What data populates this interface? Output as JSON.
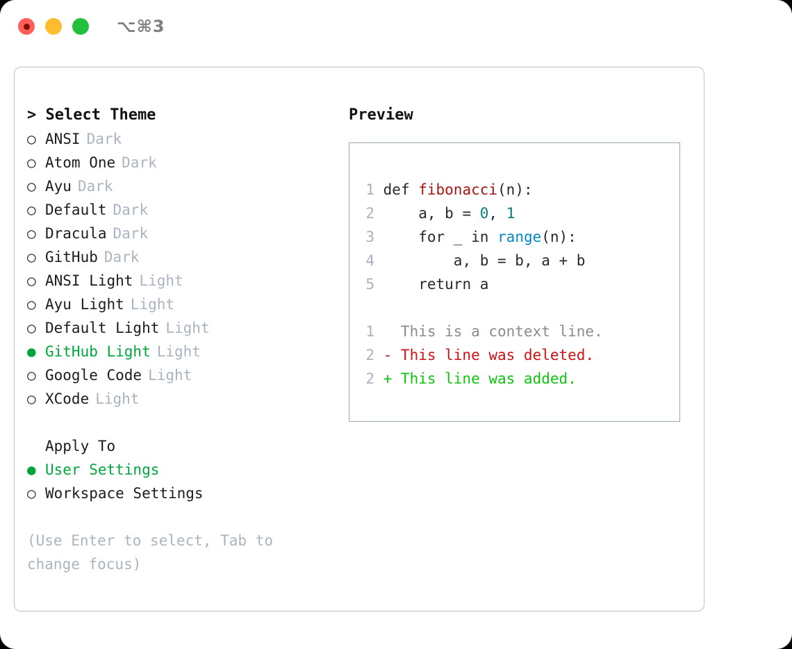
{
  "window": {
    "shortcut_label": "⌥⌘3",
    "traffic_lights": [
      "close",
      "minimize",
      "maximize"
    ]
  },
  "theme_picker": {
    "header": "> Select Theme",
    "items": [
      {
        "marker": "○",
        "label": "ANSI",
        "tag": "Dark",
        "selected": false
      },
      {
        "marker": "○",
        "label": "Atom One",
        "tag": "Dark",
        "selected": false
      },
      {
        "marker": "○",
        "label": "Ayu",
        "tag": "Dark",
        "selected": false
      },
      {
        "marker": "○",
        "label": "Default",
        "tag": "Dark",
        "selected": false
      },
      {
        "marker": "○",
        "label": "Dracula",
        "tag": "Dark",
        "selected": false
      },
      {
        "marker": "○",
        "label": "GitHub",
        "tag": "Dark",
        "selected": false
      },
      {
        "marker": "○",
        "label": "ANSI Light",
        "tag": "Light",
        "selected": false
      },
      {
        "marker": "○",
        "label": "Ayu Light",
        "tag": "Light",
        "selected": false
      },
      {
        "marker": "○",
        "label": "Default Light",
        "tag": "Light",
        "selected": false
      },
      {
        "marker": "●",
        "label": "GitHub Light",
        "tag": "Light",
        "selected": true
      },
      {
        "marker": "○",
        "label": "Google Code",
        "tag": "Light",
        "selected": false
      },
      {
        "marker": "○",
        "label": "XCode",
        "tag": "Light",
        "selected": false
      }
    ]
  },
  "apply_to": {
    "header": "Apply To",
    "items": [
      {
        "marker": "●",
        "label": "User Settings",
        "selected": true
      },
      {
        "marker": "○",
        "label": "Workspace Settings",
        "selected": false
      }
    ]
  },
  "hint": "(Use Enter to select, Tab to change focus)",
  "preview": {
    "header": "Preview",
    "code_lines": [
      {
        "n": "1",
        "segments": [
          {
            "t": "def ",
            "c": "plain"
          },
          {
            "t": "fibonacci",
            "c": "fn"
          },
          {
            "t": "(n):",
            "c": "plain"
          }
        ]
      },
      {
        "n": "2",
        "segments": [
          {
            "t": "    a, b = ",
            "c": "plain"
          },
          {
            "t": "0",
            "c": "num"
          },
          {
            "t": ", ",
            "c": "plain"
          },
          {
            "t": "1",
            "c": "num"
          }
        ]
      },
      {
        "n": "3",
        "segments": [
          {
            "t": "    for _ in ",
            "c": "plain"
          },
          {
            "t": "range",
            "c": "builtin"
          },
          {
            "t": "(n):",
            "c": "plain"
          }
        ]
      },
      {
        "n": "4",
        "segments": [
          {
            "t": "        a, b = b, a + b",
            "c": "plain"
          }
        ]
      },
      {
        "n": "5",
        "segments": [
          {
            "t": "    return a",
            "c": "plain"
          }
        ]
      }
    ],
    "diff_lines": [
      {
        "n": "1",
        "text": "   This is a context line.",
        "kind": "ctx"
      },
      {
        "n": "2",
        "text": " - This line was deleted.",
        "kind": "del"
      },
      {
        "n": "2",
        "text": " + This line was added.",
        "kind": "add"
      }
    ]
  },
  "colors": {
    "accent_green": "#00a63c",
    "tag_gray": "#aab4c0",
    "panel_border": "#b9c2cc",
    "preview_border": "#9aa7b5",
    "fn_red": "#a81414",
    "num_teal": "#0b7a7a",
    "builtin_blue": "#0089c4",
    "diff_del_red": "#cc1212",
    "diff_add_green": "#0fc40f"
  }
}
